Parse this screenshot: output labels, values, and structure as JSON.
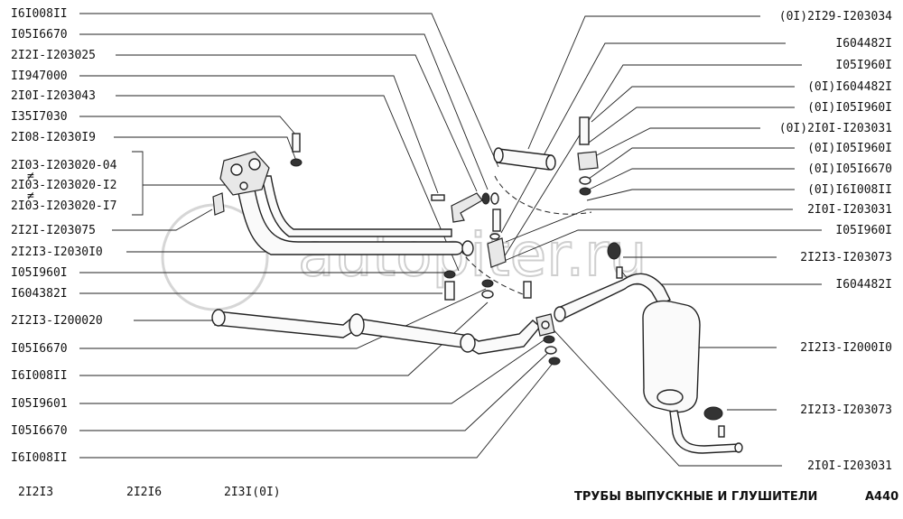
{
  "watermark": "autopiter.ru",
  "title": "ТРУБЫ ВЫПУСКНЫЕ И ГЛУШИТЕЛИ",
  "page_code": "A440",
  "models": [
    "2I2I3",
    "2I2I6",
    "2I3I(0I)"
  ],
  "left_labels": [
    "I6I008II",
    "I05I6670",
    "2I2I-I203025",
    "II947000",
    "2I0I-I203043",
    "I35I7030",
    "2I08-I2030I9",
    "2I03-I203020-04",
    "2I03-I203020-I2",
    "2I03-I203020-I7",
    "2I2I-I203075",
    "2I2I3-I2030I0",
    "I05I960I",
    "I604382I",
    "2I2I3-I200020",
    "I05I6670",
    "I6I008II",
    "I05I9601",
    "I05I6670",
    "I6I008II"
  ],
  "right_labels": [
    "(0I)2I29-I203034",
    "I604482I",
    "I05I960I",
    "(0I)I604482I",
    "(0I)I05I960I",
    "(0I)2I0I-I203031",
    "(0I)I05I960I",
    "(0I)I05I6670",
    "(0I)I6I008II",
    "2I0I-I203031",
    "I05I960I",
    "2I2I3-I203073",
    "I604482I",
    "2I2I3-I2000I0",
    "2I2I3-I203073",
    "2I0I-I203031"
  ]
}
